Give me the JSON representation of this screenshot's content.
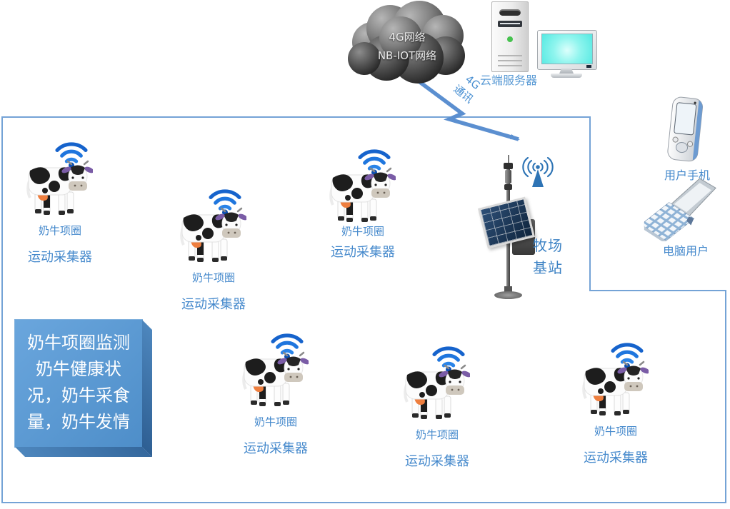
{
  "colors": {
    "accent_blue": "#5b9bd5",
    "label_blue": "#4589cc",
    "station_label_blue": "#3c82c4",
    "border_blue": "#74a3d6",
    "bolt_blue": "#5b8fd0",
    "wifi_blue": "#1663cc",
    "info_box_fill": "#5b9bd5"
  },
  "cloud": {
    "line1": "4G网络",
    "line2": "NB-IOT网络"
  },
  "cloud_server": {
    "label": "云端服务器"
  },
  "link_4g": {
    "line1": "4G",
    "line2": "通讯"
  },
  "base_station": {
    "line1": "牧场",
    "line2": "基站"
  },
  "users": {
    "phone_label": "用户手机",
    "laptop_label": "电脑用户"
  },
  "info_box": {
    "lines": [
      "奶牛项圈监测",
      "奶牛健康状",
      "况，奶牛采食",
      "量，奶牛发情"
    ]
  },
  "cows": [
    {
      "collar": "奶牛项圈",
      "collector": "运动采集器"
    },
    {
      "collar": "奶牛项圈",
      "collector": "运动采集器"
    },
    {
      "collar": "奶牛项圈",
      "collector": "运动采集器"
    },
    {
      "collar": "奶牛项圈",
      "collector": "运动采集器"
    },
    {
      "collar": "奶牛项圈",
      "collector": "运动采集器"
    },
    {
      "collar": "奶牛项圈",
      "collector": "运动采集器"
    }
  ]
}
